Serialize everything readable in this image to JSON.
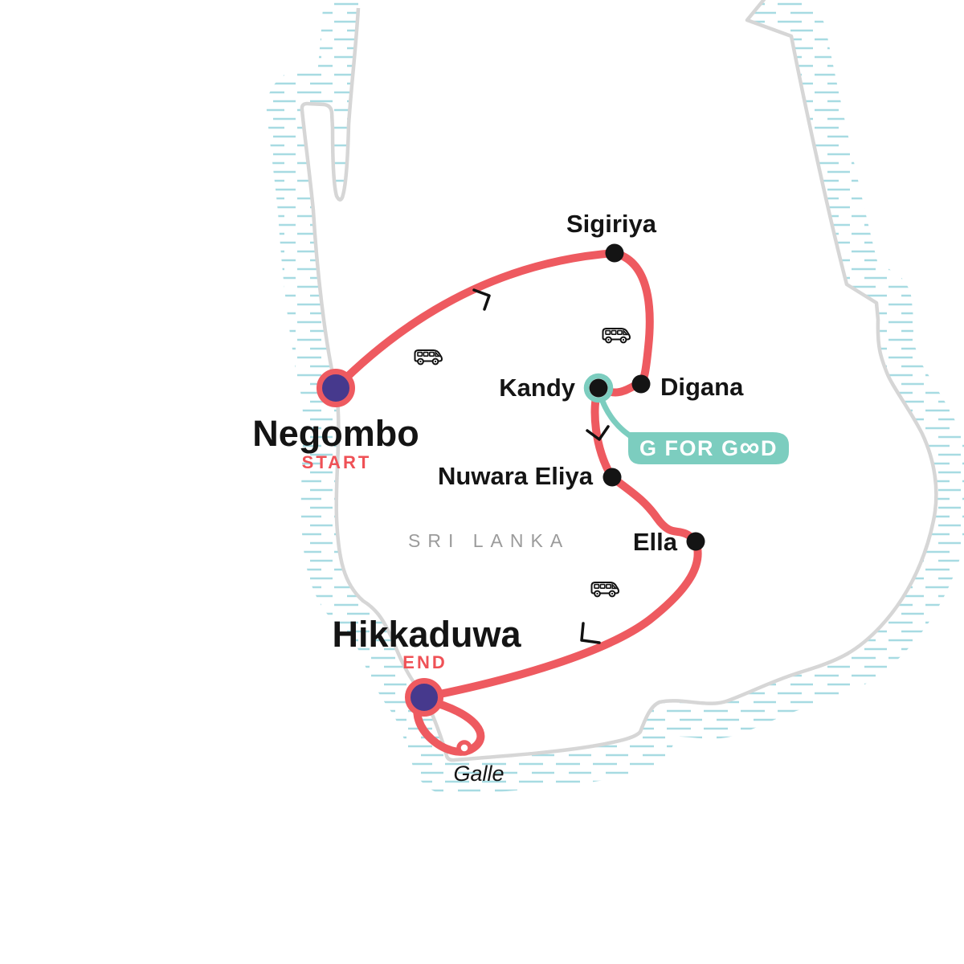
{
  "map": {
    "country_label": "SRI LANKA",
    "stops": {
      "negombo": {
        "name": "Negombo",
        "tag": "START"
      },
      "sigiriya": {
        "name": "Sigiriya"
      },
      "digana": {
        "name": "Digana"
      },
      "kandy": {
        "name": "Kandy"
      },
      "nuwara_eliya": {
        "name": "Nuwara Eliya"
      },
      "ella": {
        "name": "Ella"
      },
      "hikkaduwa": {
        "name": "Hikkaduwa",
        "tag": "END"
      },
      "galle": {
        "name": "Galle"
      }
    },
    "badge": {
      "label": "G FOR GOOD",
      "prefix": "G FOR G",
      "infinity": "∞",
      "suffix": "D"
    },
    "icons": {
      "bus-icon": "🚌",
      "direction-arrow-icon": "➤"
    },
    "colors": {
      "route": "#EE5A60",
      "tag": "#EF5156",
      "teal": "#7CCDBF",
      "purple": "#46398D",
      "hatch": "#A7DBE2",
      "coast": "#D6D6D6",
      "label": "#141414",
      "muted": "#9B9B9B"
    }
  }
}
